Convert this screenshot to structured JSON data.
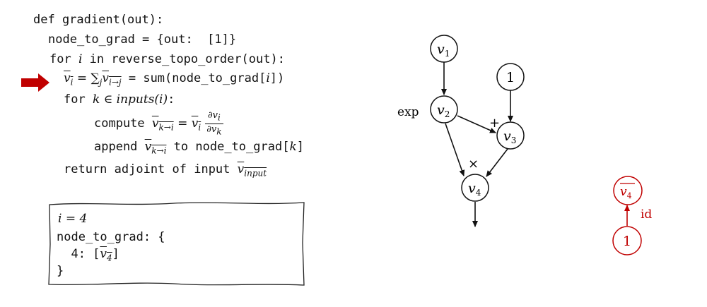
{
  "code": {
    "line1": "def gradient(out):",
    "line2": "node_to_grad = {out:  [1]}",
    "line3_a": "for ",
    "line3_var": "i",
    "line3_b": " in reverse_topo_order(out):",
    "line4_lhs": "v",
    "line4_lhs_sub": "i",
    "line4_eq": " = ",
    "line4_sum": "∑",
    "line4_sum_sub": "j",
    "line4_term": "v",
    "line4_term_sub": "i→j",
    "line4_rhs": " = sum(node_to_grad[",
    "line4_rhs_var": "i",
    "line4_rhs_end": "])",
    "line5_a": "for ",
    "line5_math": "k ∈ inputs(i)",
    "line5_b": ":",
    "line6_a": "compute ",
    "line6_term": "v",
    "line6_term_sub": "k→i",
    "line6_eq": " = ",
    "line6_v": "v",
    "line6_v_sub": "i",
    "line6_num": "∂v",
    "line6_num_sub": "i",
    "line6_den": "∂v",
    "line6_den_sub": "k",
    "line7_a": "append ",
    "line7_term": "v",
    "line7_term_sub": "k→i",
    "line7_b": " to node_to_grad[",
    "line7_var": "k",
    "line7_end": "]",
    "line8_a": "return adjoint of input ",
    "line8_term": "v",
    "line8_term_sub": "input"
  },
  "current_line_marker": "arrow",
  "marker_color": "#c00000",
  "state_box": {
    "line1_var": "i = 4",
    "line2": "node_to_grad: {",
    "line3_a": "  4: [",
    "line3_v": "v",
    "line3_v_sub": "4",
    "line3_end": "]",
    "line4": "}"
  },
  "graph": {
    "nodes": [
      {
        "id": "v1",
        "label": "v",
        "sub": "1"
      },
      {
        "id": "v2",
        "label": "v",
        "sub": "2",
        "op": "exp"
      },
      {
        "id": "c1",
        "label": "1"
      },
      {
        "id": "v3",
        "label": "v",
        "sub": "3",
        "op": "+"
      },
      {
        "id": "v4",
        "label": "v",
        "sub": "4",
        "op": "×"
      }
    ],
    "edges": [
      [
        "v1",
        "v2"
      ],
      [
        "v2",
        "v3"
      ],
      [
        "c1",
        "v3"
      ],
      [
        "v2",
        "v4"
      ],
      [
        "v3",
        "v4"
      ],
      [
        "v4",
        "out"
      ]
    ]
  },
  "adjoint_graph": {
    "color": "#c00000",
    "top_node": {
      "label": "v",
      "sub": "4"
    },
    "bottom_node": {
      "label": "1"
    },
    "edge_label": "id"
  }
}
